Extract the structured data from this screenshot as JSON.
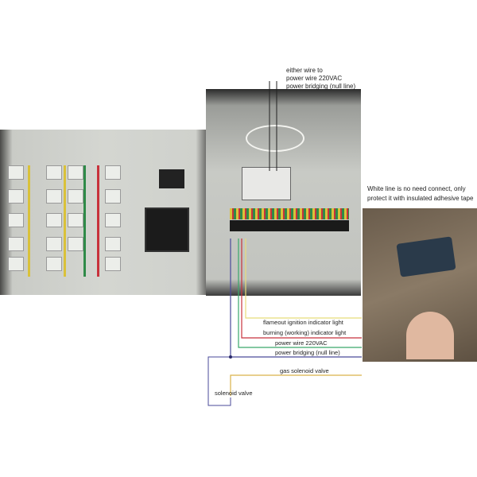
{
  "top_note": {
    "line1": "either wire to",
    "line2": "power wire 220VAC",
    "line3": "power bridging (null line)"
  },
  "right_note": {
    "line1": "White line is no need connect, only",
    "line2": "protect it with insulated adhesive tape"
  },
  "wire_labels": {
    "flameout": "flameout ignition indicator light",
    "burning": "burning (working) indicator light",
    "power": "power wire 220VAC",
    "null": "power bridging (null line)",
    "gas": "gas solenoid valve",
    "solenoid": "solenoid valve"
  },
  "colors": {
    "yellow": "#e8dc7a",
    "red": "#c8323c",
    "green": "#3aa86a",
    "blue": "#4a4a9a",
    "gas": "#d9b24a"
  }
}
